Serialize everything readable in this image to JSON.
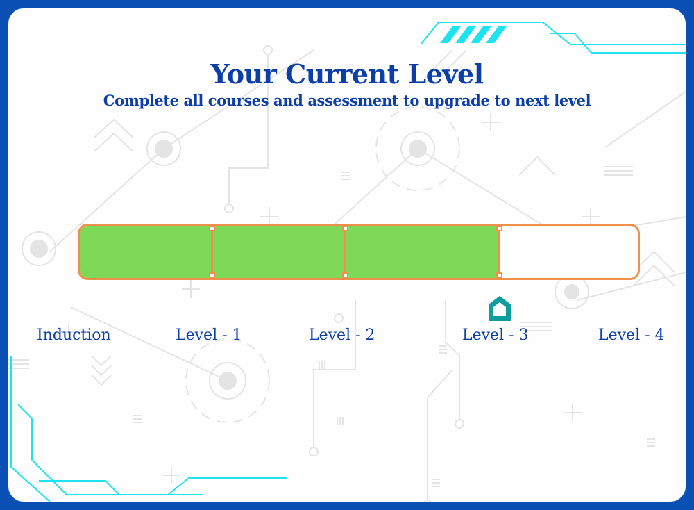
{
  "header": {
    "title": "Your Current Level",
    "subtitle": "Complete all courses and assessment to upgrade to next level"
  },
  "progress": {
    "levels": [
      "Induction",
      "Level - 1",
      "Level - 2",
      "Level - 3",
      "Level - 4"
    ],
    "current_level": "Level - 3",
    "completed_fraction": 0.75
  },
  "colors": {
    "frame": "#0a4fb3",
    "text": "#0b3ea8",
    "fill": "#7ed957",
    "bar_border": "#f0904a",
    "marker": "#0f9e9e",
    "accent": "#1de2f0"
  },
  "icons": {
    "marker": "home-icon"
  }
}
